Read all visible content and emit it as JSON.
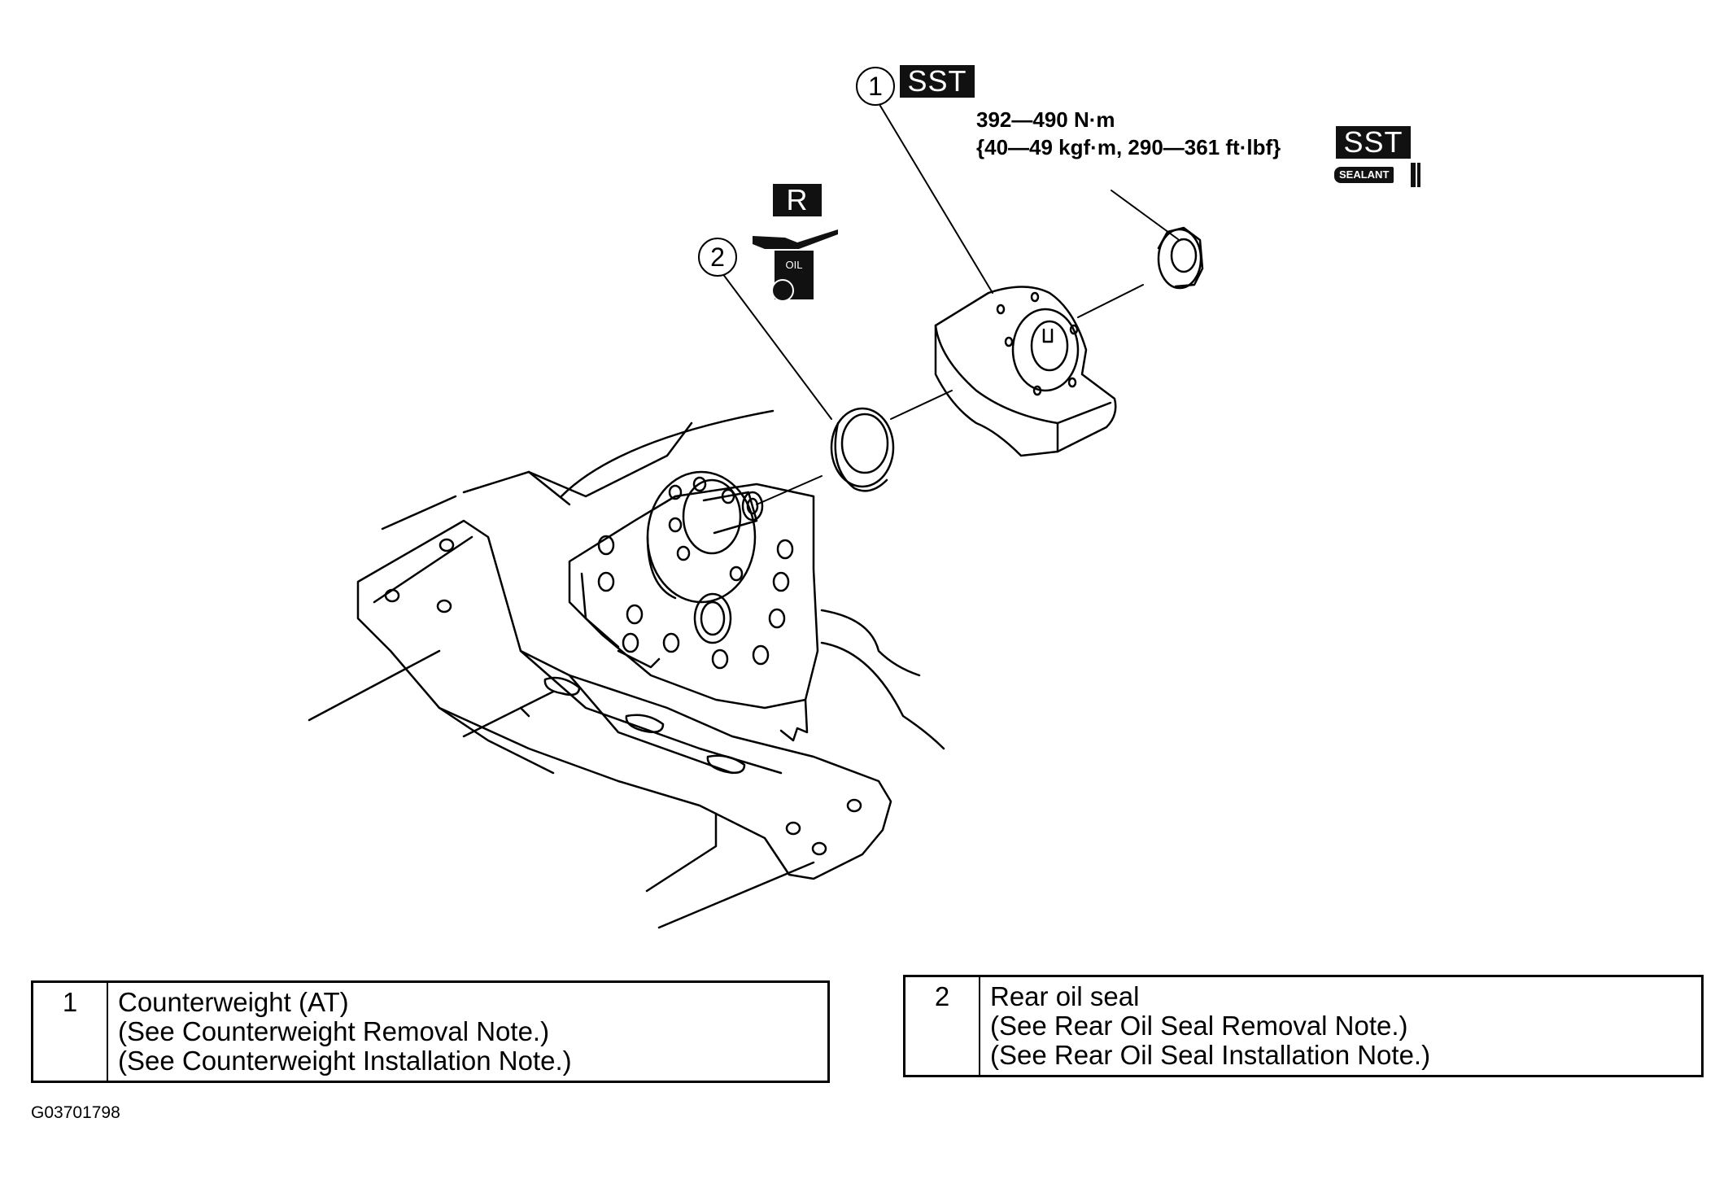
{
  "callouts": {
    "one": "1",
    "two": "2"
  },
  "tags": {
    "sst_1": "SST",
    "sst_2": "SST",
    "r": "R",
    "sealant": "SEALANT",
    "oil": "OIL"
  },
  "torque": {
    "line1": "392—490 N·m",
    "line2": "{40—49 kgf·m, 290—361 ft·lbf}"
  },
  "legend": [
    {
      "number": "1",
      "name": "Counterweight (AT)",
      "note1": "(See Counterweight Removal Note.)",
      "note2": "(See Counterweight Installation Note.)"
    },
    {
      "number": "2",
      "name": "Rear oil seal",
      "note1": "(See Rear Oil Seal Removal Note.)",
      "note2": "(See Rear Oil Seal Installation Note.)"
    }
  ],
  "figure_code": "G03701798"
}
